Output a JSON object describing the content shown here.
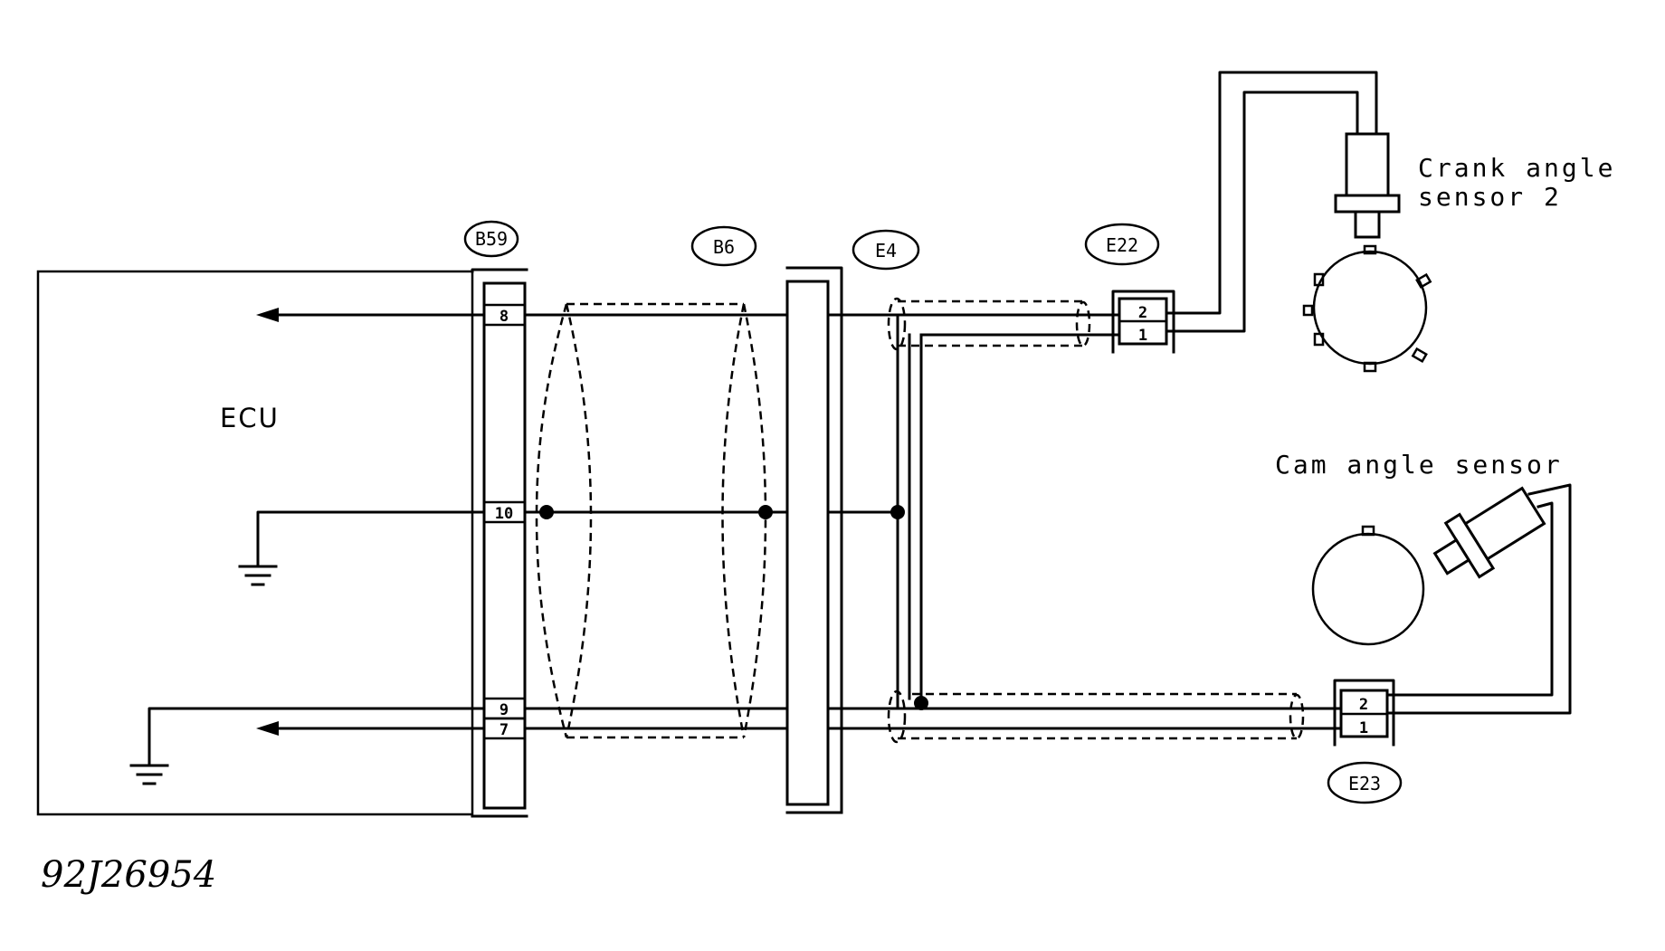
{
  "ecu": {
    "label": "ECU"
  },
  "connectors": {
    "b59": "B59",
    "b6": "B6",
    "e4": "E4",
    "e22": "E22",
    "e23": "E23"
  },
  "pins": {
    "b59": [
      "8",
      "10",
      "9",
      "7"
    ],
    "e22": [
      "2",
      "1"
    ],
    "e23": [
      "2",
      "1"
    ]
  },
  "sensors": {
    "crank_line1": "Crank angle",
    "crank_line2": "sensor 2",
    "cam": "Cam angle sensor"
  },
  "figure_code": "92J26954"
}
